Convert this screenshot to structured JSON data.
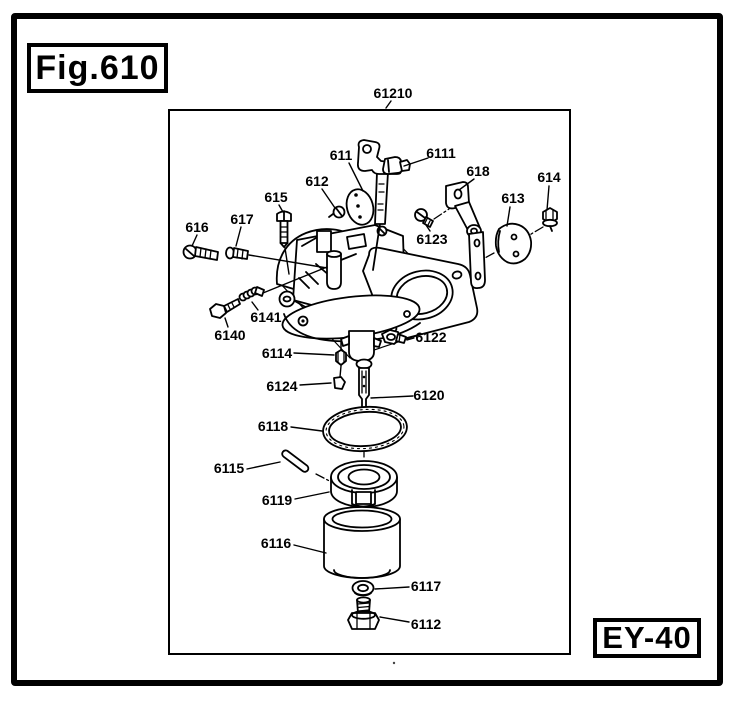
{
  "figure": {
    "number": "Fig.610",
    "model": "EY-40"
  },
  "part_numbers": [
    "61210",
    "611",
    "6111",
    "612",
    "615",
    "616",
    "617",
    "618",
    "613",
    "614",
    "6123",
    "6140",
    "6141",
    "6122",
    "6114",
    "6124",
    "6120",
    "6118",
    "6115",
    "6119",
    "6116",
    "6117",
    "6112"
  ],
  "colors": {
    "ink": "#000000",
    "background": "#ffffff"
  }
}
